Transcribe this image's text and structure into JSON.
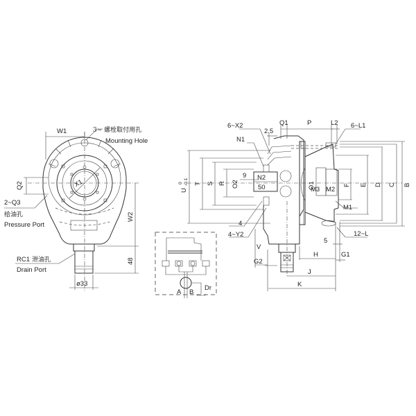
{
  "front_view": {
    "dims": {
      "w1": "W1",
      "w2": "W2",
      "q2": "Q2",
      "x1": "X1",
      "drain_len": "48",
      "drain_dia": "ø33"
    },
    "callouts": {
      "mounting_hole_cn": "3~ 螺栓取付用孔",
      "mounting_hole_en": "Mounting Hole",
      "pressure_port_code": "2~Q3",
      "pressure_port_cn": "给油孔",
      "pressure_port_en": "Pressure Port",
      "drain_port_code": "RC1",
      "drain_port_cn": "泄油孔",
      "drain_port_en": "Drain Port"
    }
  },
  "schematic": {
    "port_a": "A",
    "port_b": "B",
    "port_dr": "Dr"
  },
  "side_view": {
    "top_dims": {
      "x2": "6~X2",
      "n1": "N1",
      "d25": "2.5",
      "q1": "Q1",
      "p": "P",
      "l2": "L2",
      "l1": "6~L1"
    },
    "left_dims": {
      "u": "U",
      "u_tol_upper": "0",
      "u_tol_lower": "-0.1",
      "t": "T",
      "s": "S",
      "r": "R",
      "o2": "O2",
      "nine": "9",
      "n2": "N2",
      "fifty": "50"
    },
    "inner_dims": {
      "o1": "O1",
      "m3": "M3",
      "m2": "M2",
      "m1": "M1"
    },
    "right_dims": {
      "f": "F",
      "e": "E",
      "d": "D",
      "c": "C",
      "b": "B",
      "l": "12~L"
    },
    "bottom_dims": {
      "four": "4",
      "y2": "4~Y2",
      "v": "V",
      "g2": "G2",
      "five": "5",
      "h": "H",
      "g1": "G1",
      "j": "J",
      "k": "K"
    }
  }
}
